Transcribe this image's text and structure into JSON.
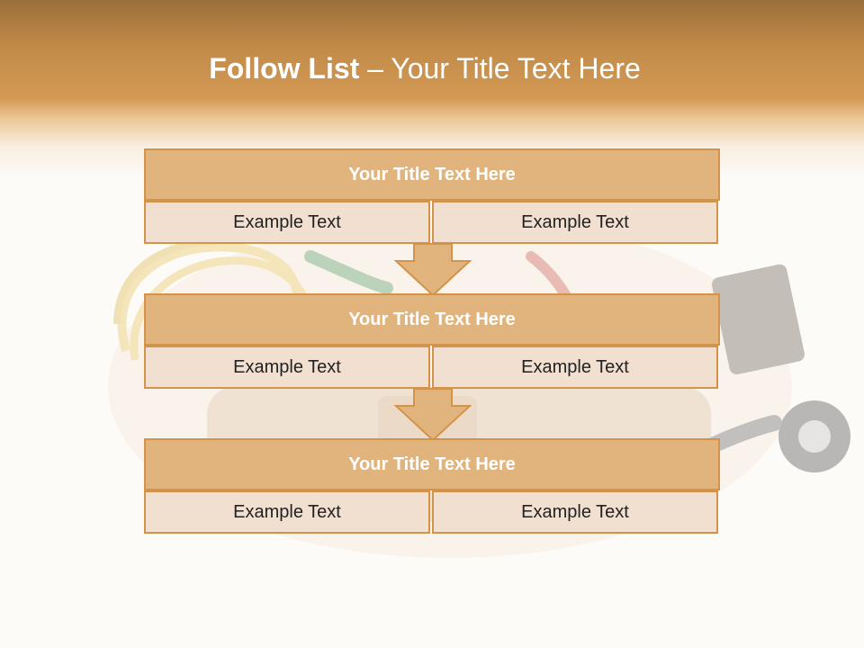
{
  "slide": {
    "title_bold": "Follow List",
    "title_rest": "Your Title Text Here",
    "title_separator": " – "
  },
  "blocks": [
    {
      "title": "Your Title Text Here",
      "cells": [
        "Example Text",
        "Example Text"
      ]
    },
    {
      "title": "Your Title Text Here",
      "cells": [
        "Example Text",
        "Example Text"
      ]
    },
    {
      "title": "Your Title Text Here",
      "cells": [
        "Example Text",
        "Example Text"
      ]
    }
  ],
  "colors": {
    "header_band": "#d49a55",
    "block_title_fill": "#e2b47d",
    "block_cell_fill": "#f1dfd0",
    "block_border": "#d4934a",
    "arrow_fill": "#e2b47d"
  },
  "icons": {
    "background": "tool-belt-photo",
    "connector": "down-arrow-icon"
  }
}
